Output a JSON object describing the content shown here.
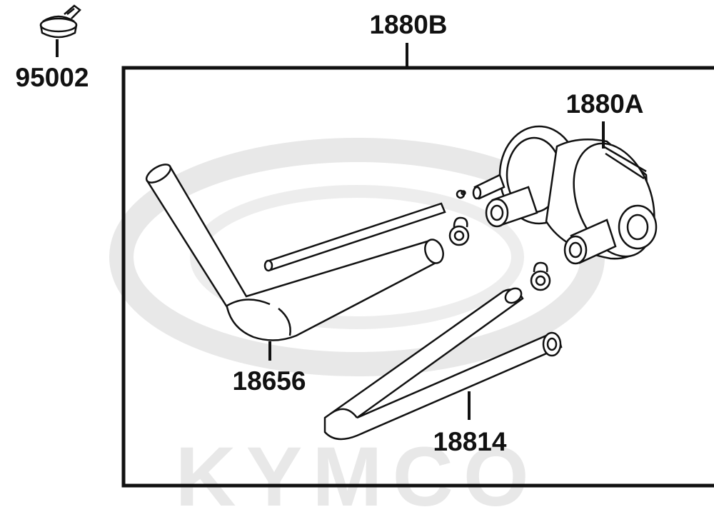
{
  "watermark": {
    "text": "KYMCO"
  },
  "labels": {
    "clamp": "95002",
    "assembly": "1880B",
    "valve": "1880A",
    "hose_left": "18656",
    "hose_right": "18814"
  },
  "colors": {
    "line": "#111111",
    "watermark": "#e8e8e8",
    "background": "#ffffff"
  },
  "icons": [
    "hose-clamp-icon",
    "reed-valve-icon",
    "spring-clip-icon",
    "hose-icon"
  ]
}
